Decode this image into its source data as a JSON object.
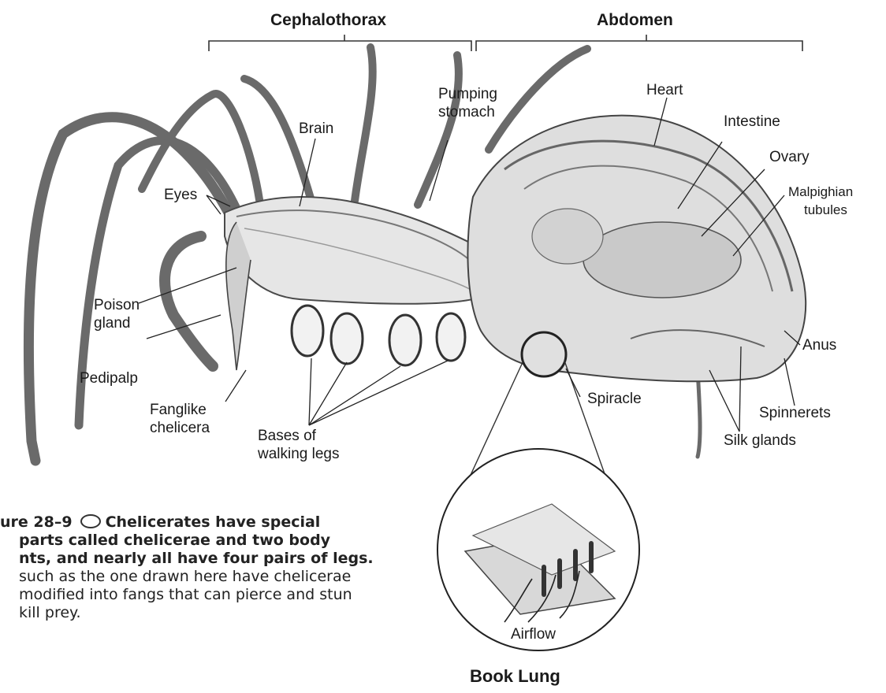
{
  "header": {
    "cephalothorax": "Cephalothorax",
    "abdomen": "Abdomen"
  },
  "labels": {
    "eyes": "Eyes",
    "brain": "Brain",
    "pumping_stomach_1": "Pumping",
    "pumping_stomach_2": "stomach",
    "heart": "Heart",
    "intestine": "Intestine",
    "ovary": "Ovary",
    "malpighian_1": "Malpighian",
    "malpighian_2": "tubules",
    "poison_gland_1": "Poison",
    "poison_gland_2": "gland",
    "pedipalp": "Pedipalp",
    "fanglike_1": "Fanglike",
    "fanglike_2": "chelicera",
    "bases_1": "Bases of",
    "bases_2": "walking legs",
    "spiracle": "Spiracle",
    "anus": "Anus",
    "spinnerets": "Spinnerets",
    "silk_glands": "Silk glands",
    "airflow": "Airflow",
    "book_lung": "Book Lung"
  },
  "caption": {
    "line1_bold_prefix": "ure 28–9",
    "line1_bold": "Chelicerates have special",
    "line2_bold": "parts called chelicerae and two body",
    "line3_bold": "nts, and nearly all have four pairs of legs.",
    "line4": "such as the one drawn here have chelicerae",
    "line5": "modified into fangs that can pierce and stun",
    "line6": "kill prey."
  }
}
